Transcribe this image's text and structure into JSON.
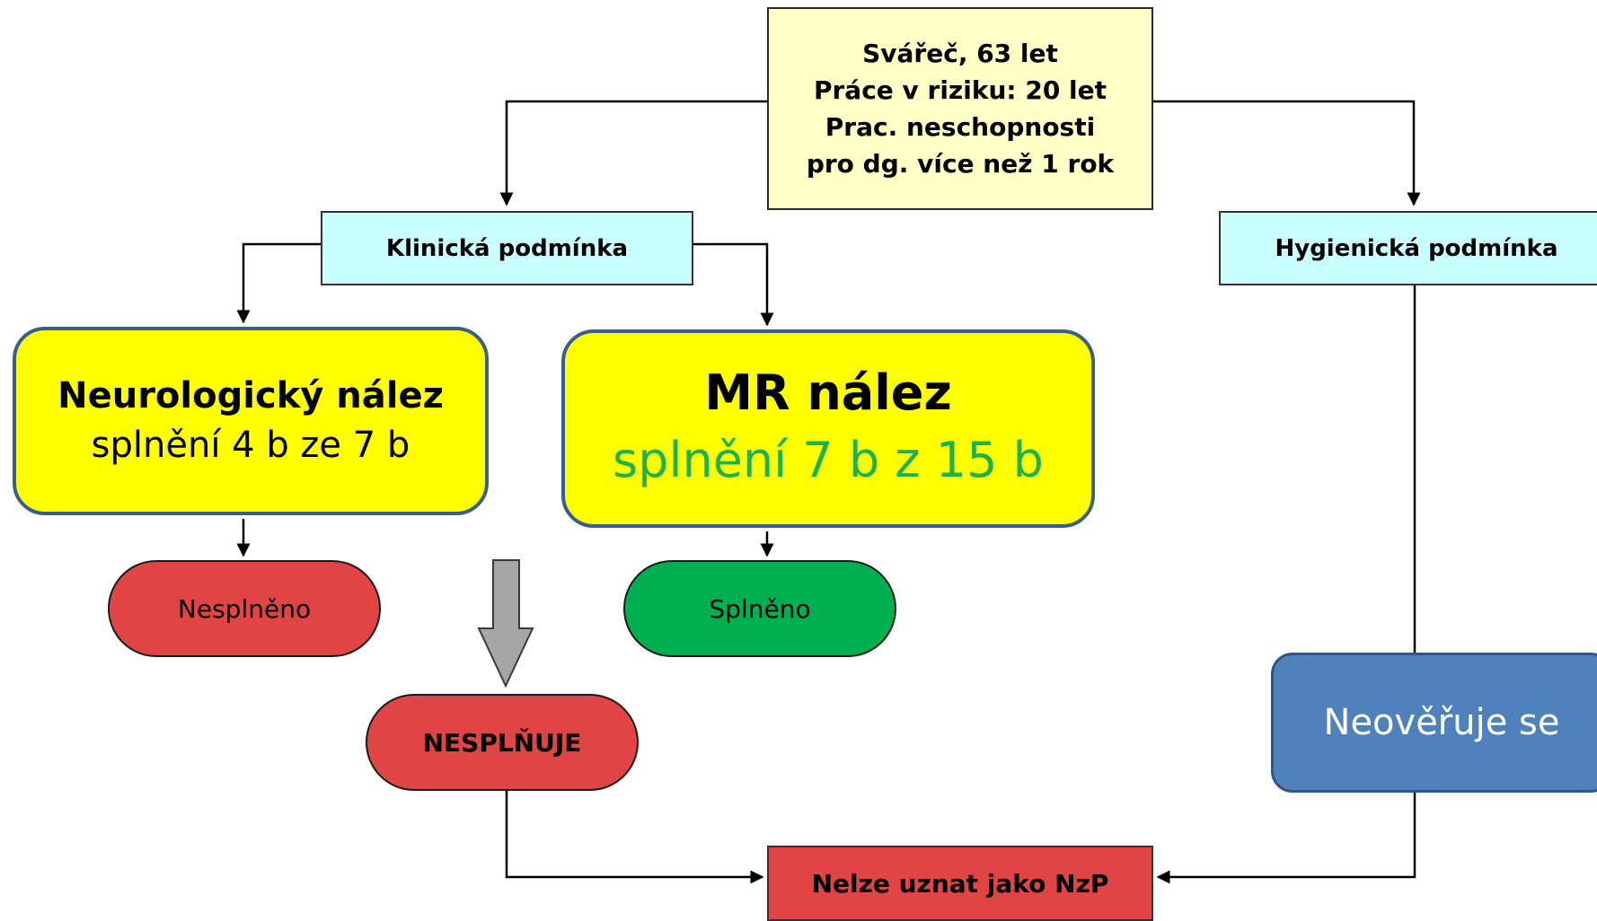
{
  "start": {
    "lines": [
      "Svářeč, 63 let",
      "Práce v riziku: 20 let",
      "Prac. neschopnosti",
      "pro dg. více než 1 rok"
    ]
  },
  "conditions": {
    "clinical": "Klinická podmínka",
    "hygienic": "Hygienická podmínka"
  },
  "findings": {
    "neuro": {
      "title": "Neurologický nález",
      "score": "splnění 4 b ze 7 b"
    },
    "mr": {
      "title": "MR nález",
      "score": "splnění 7 b z 15 b",
      "score_color": "#1fb24a"
    }
  },
  "outcomes": {
    "neuro_result": "Nesplněno",
    "mr_result": "Splněno",
    "overall": "NESPLŇUJE",
    "hygienic_result": "Neověřuje se",
    "final": "Nelze uznat jako NzP"
  },
  "colors": {
    "start_fill": "#ffffc6",
    "condition_fill": "#c9ffff",
    "finding_fill": "#ffff00",
    "fail_fill": "#e04444",
    "pass_fill": "#00b050",
    "neutral_fill": "#4f81bd",
    "summary_arrow": "#a6a6a6"
  }
}
